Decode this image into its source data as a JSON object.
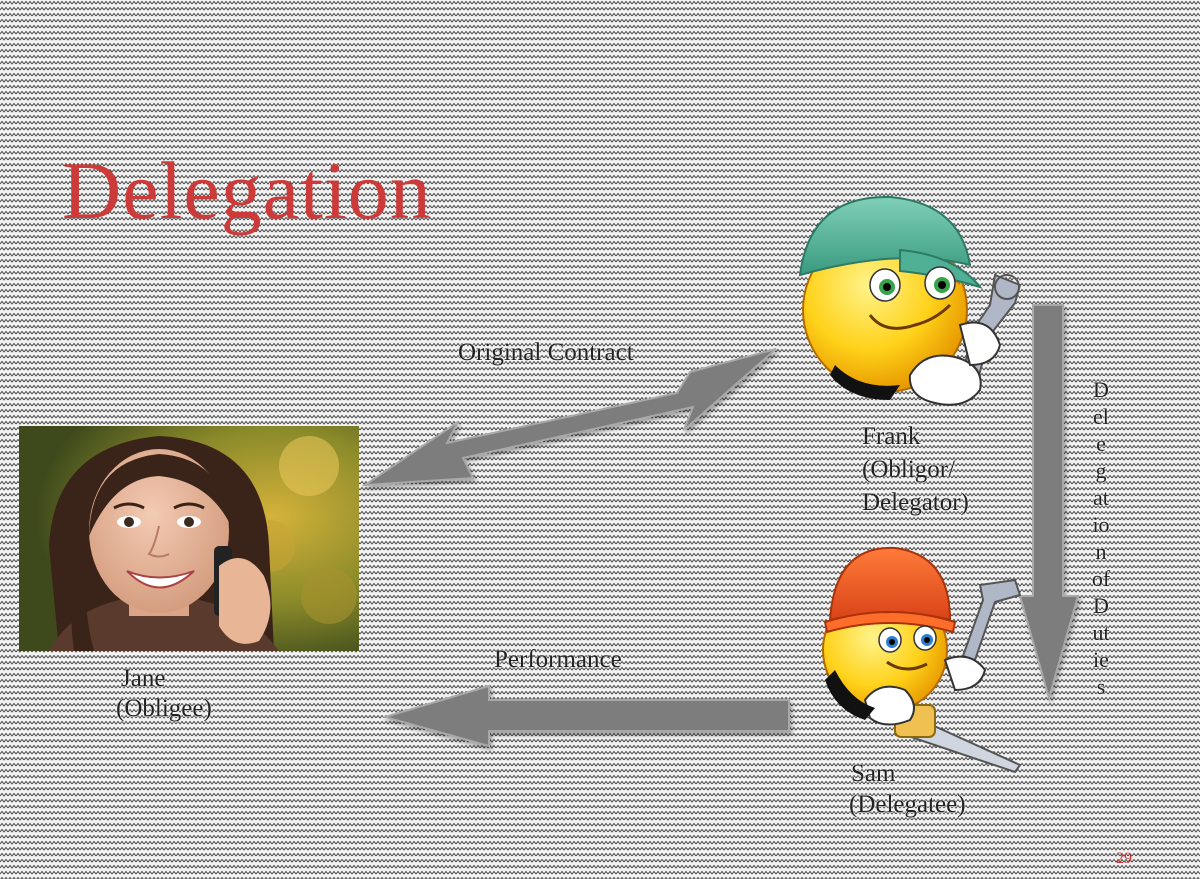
{
  "title": "Delegation",
  "parties": {
    "jane": {
      "name": "Jane",
      "role": "(Obligee)",
      "image": "woman-on-phone-photo"
    },
    "frank": {
      "name": "Frank",
      "role_line1": "(Obligor/",
      "role_line2": "Delegator)",
      "image": "smiley-mechanic-wrench"
    },
    "sam": {
      "name": "Sam",
      "role": "(Delegatee)",
      "image": "smiley-worker-saw-hammer"
    }
  },
  "arrows": {
    "original_contract": {
      "label": "Original Contract",
      "direction": "bidirectional"
    },
    "performance": {
      "label": "Performance",
      "direction": "to-jane"
    },
    "delegation": {
      "label_chars": [
        "D",
        "el",
        "e",
        "g",
        "at",
        "io",
        "n",
        "of",
        "D",
        "ut",
        "ie",
        "s"
      ],
      "direction": "down"
    }
  },
  "page_number": "29",
  "colors": {
    "title": "#cc3a3a",
    "arrow_fill": "#7d7d7d",
    "arrow_stroke": "#a5a5a5",
    "text": "#222222"
  }
}
